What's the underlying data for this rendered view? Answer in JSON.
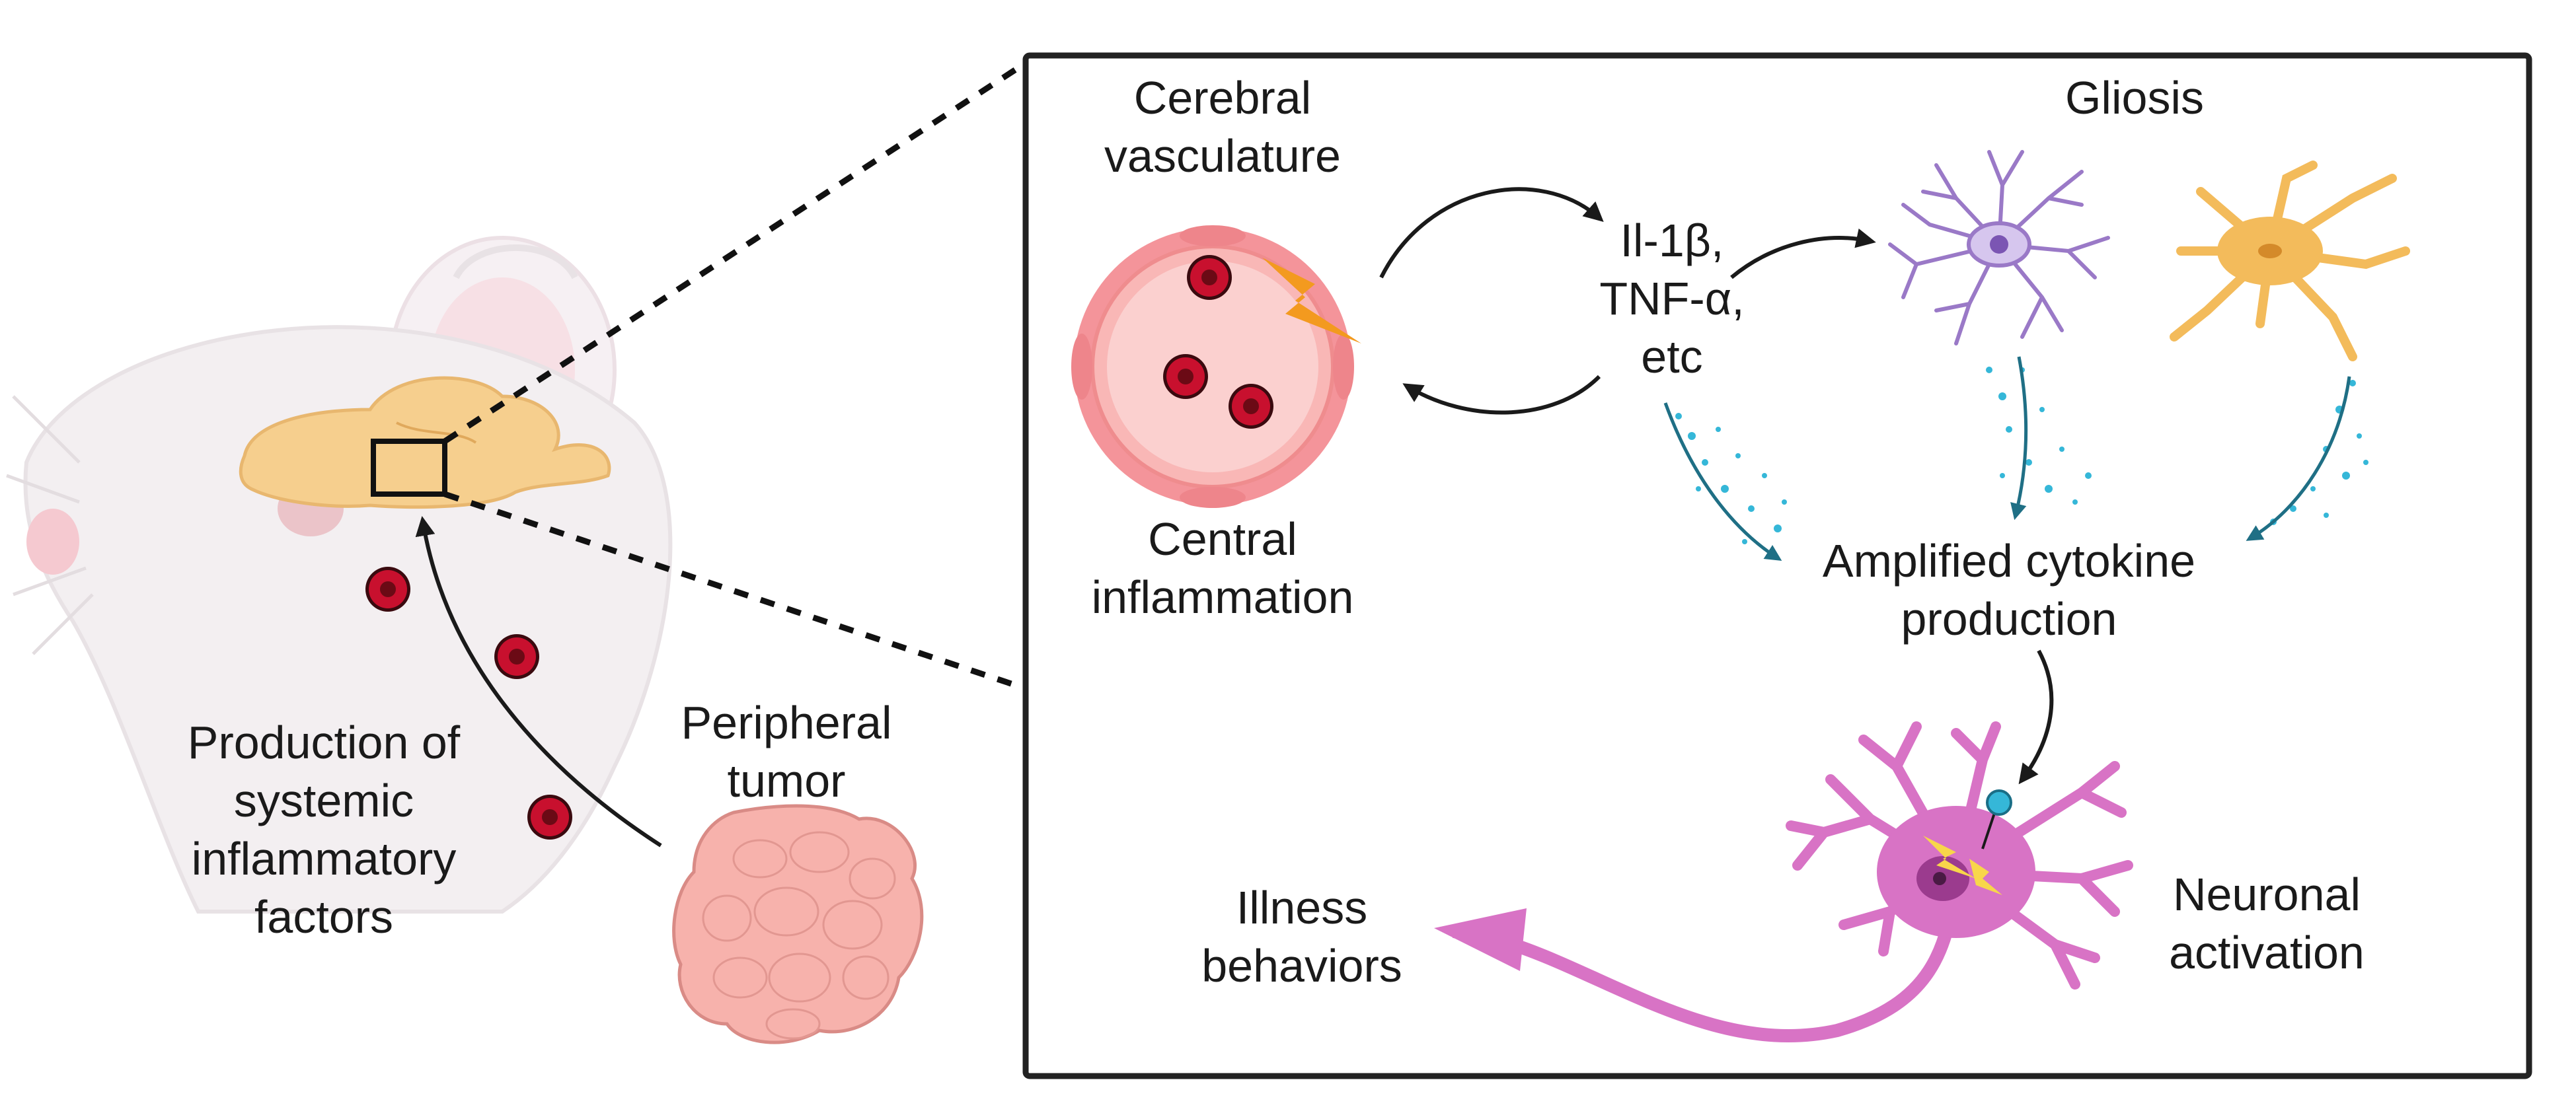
{
  "labels": {
    "production_of_systemic_inflammatory_factors": "Production of\nsystemic\ninflammatory\nfactors",
    "peripheral_tumor": "Peripheral\ntumor",
    "cerebral_vasculature": "Cerebral\nvasculature",
    "central_inflammation": "Central\ninflammation",
    "cytokines": "Il-1β,\nTNF-α,\netc",
    "gliosis": "Gliosis",
    "amplified_cytokine_production": "Amplified cytokine\nproduction",
    "neuronal_activation": "Neuronal\nactivation",
    "illness_behaviors": "Illness\nbehaviors"
  },
  "colors": {
    "brain": "#f6cf8e",
    "vessel_fill": "#f9b7b6",
    "vessel_wall": "#ef8c8e",
    "inflammatory_factor": "#c8102e",
    "microglia": "#9a79c7",
    "astrocyte": "#f3bb5b",
    "neuron": "#d873c5",
    "cytokine_dots": "#35b7d8",
    "tumor": "#f7b2ac",
    "lightning": "#f39a1f",
    "arrow_teal": "#1f6f85",
    "inset_border": "#222222"
  }
}
